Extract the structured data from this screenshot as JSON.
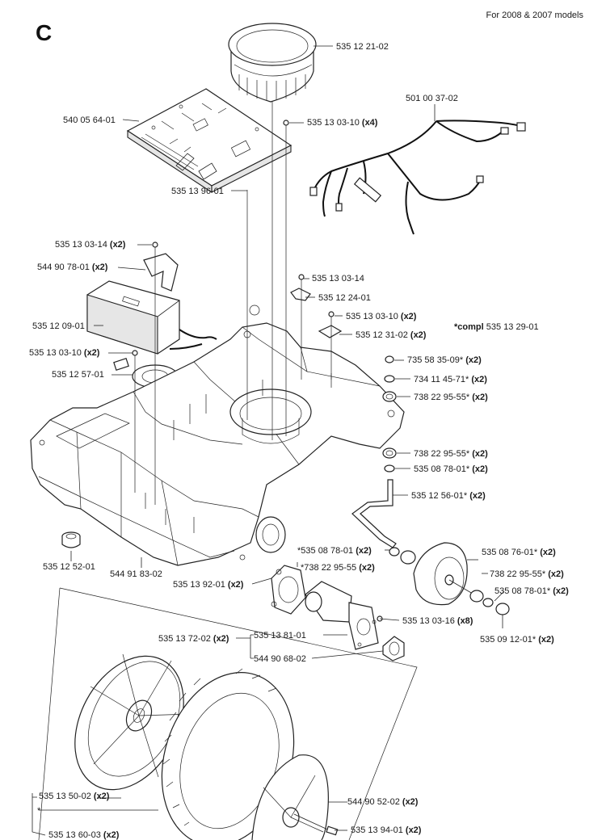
{
  "section_letter": "C",
  "header_note": "For 2008 & 2007 models",
  "compl_note": {
    "prefix": "*compl",
    "number": "535 13 29-01"
  },
  "labels": [
    {
      "id": "l01",
      "num": "535 12 21-02",
      "qty": ""
    },
    {
      "id": "l02",
      "num": "540 05 64-01",
      "qty": ""
    },
    {
      "id": "l03",
      "num": "535 13 03-10",
      "qty": "(x4)"
    },
    {
      "id": "l04",
      "num": "501 00 37-02",
      "qty": ""
    },
    {
      "id": "l05",
      "num": "535 13 96-01",
      "qty": ""
    },
    {
      "id": "l06",
      "num": "535 13 03-14",
      "qty": "(x2)"
    },
    {
      "id": "l07",
      "num": "544 90 78-01",
      "qty": "(x2)"
    },
    {
      "id": "l08",
      "num": "535 13 03-14",
      "qty": ""
    },
    {
      "id": "l09",
      "num": "535 12 24-01",
      "qty": ""
    },
    {
      "id": "l10",
      "num": "535 12 09-01",
      "qty": ""
    },
    {
      "id": "l11",
      "num": "535 13 03-10",
      "qty": "(x2)"
    },
    {
      "id": "l12",
      "num": "535 12 31-02",
      "qty": "(x2)"
    },
    {
      "id": "l13",
      "num": "535 13 03-10",
      "qty": "(x2)"
    },
    {
      "id": "l14",
      "num": "735 58 35-09*",
      "qty": "(x2)"
    },
    {
      "id": "l15",
      "num": "535 12 57-01",
      "qty": ""
    },
    {
      "id": "l16",
      "num": "734 11 45-71*",
      "qty": "(x2)"
    },
    {
      "id": "l17",
      "num": "738 22 95-55*",
      "qty": "(x2)"
    },
    {
      "id": "l18",
      "num": "738 22 95-55*",
      "qty": "(x2)"
    },
    {
      "id": "l19",
      "num": "535 08 78-01*",
      "qty": "(x2)"
    },
    {
      "id": "l20",
      "num": "535 12 56-01*",
      "qty": "(x2)"
    },
    {
      "id": "l21",
      "num": "*535 08 78-01",
      "qty": "(x2)"
    },
    {
      "id": "l22",
      "num": "535 08 76-01*",
      "qty": "(x2)"
    },
    {
      "id": "l23",
      "num": "*738 22 95-55",
      "qty": "(x2)"
    },
    {
      "id": "l24",
      "num": "738 22 95-55*",
      "qty": "(x2)"
    },
    {
      "id": "l25",
      "num": "535 12 52-01",
      "qty": ""
    },
    {
      "id": "l26",
      "num": "544 91 83-02",
      "qty": ""
    },
    {
      "id": "l27",
      "num": "535 13 92-01",
      "qty": "(x2)"
    },
    {
      "id": "l28",
      "num": "535 08 78-01*",
      "qty": "(x2)"
    },
    {
      "id": "l29",
      "num": "535 13 03-16",
      "qty": "(x8)"
    },
    {
      "id": "l30",
      "num": "535 13 72-02",
      "qty": "(x2)"
    },
    {
      "id": "l31",
      "num": "535 13 81-01",
      "qty": ""
    },
    {
      "id": "l32",
      "num": "535 09 12-01*",
      "qty": "(x2)"
    },
    {
      "id": "l33",
      "num": "544 90 68-02",
      "qty": ""
    },
    {
      "id": "l34",
      "num": "535 13 50-02",
      "qty": "(x2)"
    },
    {
      "id": "l35",
      "num": "*",
      "qty": ""
    },
    {
      "id": "l36",
      "num": "544 90 52-02",
      "qty": "(x2)"
    },
    {
      "id": "l37",
      "num": "535 13 60-03",
      "qty": "(x2)"
    },
    {
      "id": "l38",
      "num": "535 13 94-01",
      "qty": "(x2)"
    }
  ]
}
